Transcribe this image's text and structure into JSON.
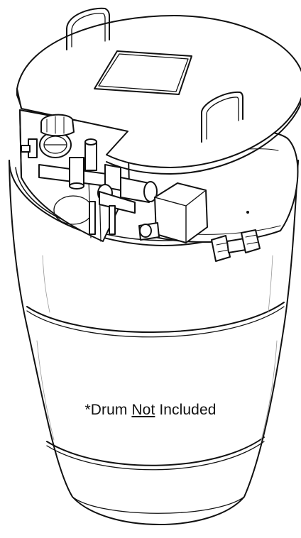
{
  "caption": {
    "prefix": "*Drum ",
    "emphasis": "Not",
    "suffix": " Included"
  },
  "colors": {
    "line": "#111111",
    "fill": "#ffffff"
  }
}
